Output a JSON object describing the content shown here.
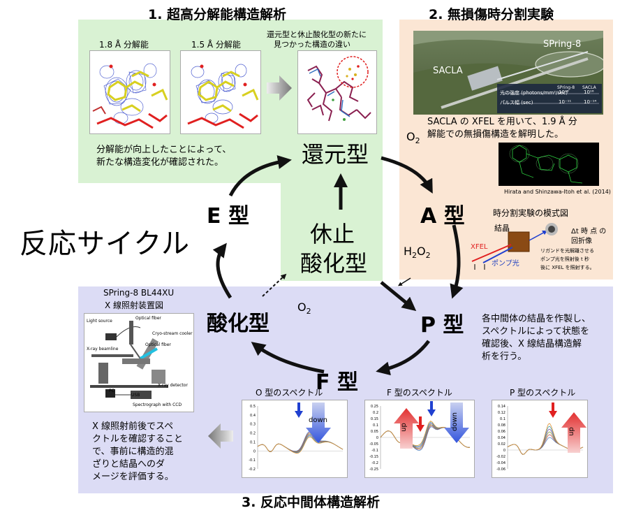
{
  "section1": {
    "title": "1. 超高分解能構造解析",
    "label_left": "1.8 Å 分解能",
    "label_right": "1.5 Å 分解能",
    "diff_title_line1": "還元型と休止酸化型の新たに",
    "diff_title_line2": "見つかった構造の違い",
    "caption_line1": "分解能が向上したことによって、",
    "caption_line2": "新たな構造変化が確認された。"
  },
  "section2": {
    "title": "2. 無損傷時分割実験",
    "photo_label_spring8": "SPring-8",
    "photo_label_sacla": "SACLA",
    "table_header_spring8": "SPring-8",
    "table_header_sacla": "SACLA",
    "table_row1_label": "光の強度 (photons/mm²/sec) ",
    "table_row1_val": "10¹⁶",
    "table_row1_val2": "10¹⁶",
    "table_row2_label": "パルス幅 (sec)",
    "table_row2_val": "10⁻¹¹",
    "table_row2_val2": "10⁻¹⁴",
    "caption_line1": "SACLA の XFEL を用いて、1.9 Å 分",
    "caption_line2": "解能での無損傷構造を解明した。",
    "citation": "Hirata and Shinzawa-Itoh et al. (2014)",
    "schematic_title": "時分割実験の模式図",
    "label_crystal": "結晶",
    "label_dt_line1": "Δt 時 点 の",
    "label_dt_line2": "回折像",
    "label_xfel": "XFEL",
    "label_pump": "ポンプ光",
    "note_line1": "リガンドを光解離させる",
    "note_line2": "ポンプ光を照射後 t 秒",
    "note_line3": "後に XFEL を照射する。"
  },
  "section3": {
    "title": "3. 反応中間体構造解析",
    "beamline_line1": "SPring-8 BL44XU",
    "beamline_line2": "X 線照射装置図",
    "apparatus_labels": {
      "light_source": "Light source",
      "optical_fiber1": "Optical fiber",
      "cryo": "Cryo-stream cooler",
      "optical_fiber2": "Optical fiber",
      "xray_beamline": "X-ray beamline",
      "xray_detector": "X-ray detector",
      "pc": "PC",
      "usb": "USB",
      "spectrograph": "Spectrograph with CCD"
    },
    "left_caption": [
      "X 線照射前後でスペ",
      "クトルを確認すること",
      "で、事前に構造的混",
      "ざりと結晶へのダ",
      "メージを評価する。"
    ],
    "right_caption": [
      "各中間体の結晶を作製し、",
      "スペクトルによって状態を",
      "確認後、X 線結晶構造解",
      "析を行う。"
    ],
    "spectrum_titles": [
      "O 型のスペクトル",
      "F 型のスペクトル",
      "P 型のスペクトル"
    ],
    "label_down": "down",
    "label_up": "up"
  },
  "cycle": {
    "title": "反応サイクル",
    "state_reduced": "還元型",
    "state_resting_line1": "休止",
    "state_resting_line2": "酸化型",
    "state_A": "A 型",
    "state_P": "P 型",
    "state_F": "F 型",
    "state_ox": "酸化型",
    "state_E": "E 型",
    "o2_main": "O",
    "o2_sub": "2",
    "h2o2_h": "H",
    "h2o2_sub1": "2",
    "h2o2_o": "O",
    "h2o2_sub2": "2"
  },
  "colors": {
    "green_panel": "#d9f2d3",
    "peach_panel": "#fbe6d4",
    "lavender_panel": "#dcdcf5",
    "arrow": "#111111",
    "down_blue": "#3355dd",
    "up_red": "#e23030"
  },
  "chart_data": [
    {
      "type": "line",
      "title": "O 型のスペクトル",
      "yticks": [
        "0.5",
        "0.4",
        "0.3",
        "0.2",
        "0.1",
        "0",
        "-0.1",
        "-0.2"
      ],
      "ylim": [
        -0.2,
        0.5
      ]
    },
    {
      "type": "line",
      "title": "F 型のスペクトル",
      "yticks": [
        "0.25",
        "0.2",
        "0.15",
        "0.1",
        "0.05",
        "0",
        "-0.05",
        "-0.1",
        "-0.15",
        "-0.2",
        "-0.25"
      ],
      "ylim": [
        -0.25,
        0.25
      ]
    },
    {
      "type": "line",
      "title": "P 型のスペクトル",
      "yticks": [
        "0.14",
        "0.12",
        "0.1",
        "0.08",
        "0.06",
        "0.04",
        "0.02",
        "0",
        "-0.02",
        "-0.04",
        "-0.06"
      ],
      "ylim": [
        -0.06,
        0.14
      ]
    }
  ]
}
